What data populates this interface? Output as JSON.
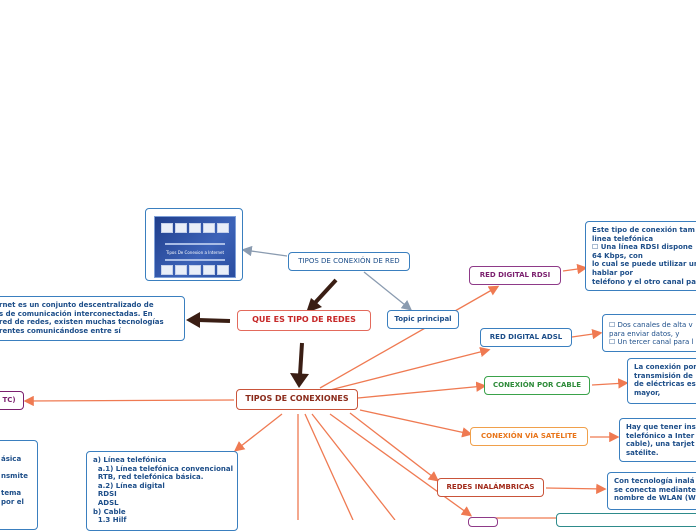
{
  "nodes": {
    "tipos_conexion_red": "TIPOS DE CONEXIÓN DE RED",
    "que_es": "QUE ES TIPO DE REDES",
    "topic_principal": "Topic principal",
    "tipos_conexiones": "TIPOS DE CONEXIONES",
    "rdsi": "RED DIGITAL RDSI",
    "adsl": "RED DIGITAL ADSL",
    "cable": "CONEXIÓN POR CABLE",
    "satelite": "CONEXIÓN VÍA SATÉLITE",
    "inalambricas": "REDES INALÁMBRICAS",
    "rtc_partial": "TC)"
  },
  "texts": {
    "internet": "rnet es un conjunto descentralizado de\ns de comunicación interconectadas. En\nred de redes, existen muchas tecnologías\nrentes comunicándose entre sí",
    "rdsi_desc": "Este tipo de conexión tam\nlinea telefónica\n☐ Una línea RDSI dispone\n64 Kbps, con\nlo cual se puede utilizar un\nhablar por\nteléfono y el otro canal pa",
    "adsl_desc": "☐ Dos canales de alta v\npara enviar datos, y\n☐ Un tercer canal para l",
    "cable_desc": "La conexión por\ntransmisión de\nde eléctricas es\nmayor,",
    "satelite_desc": "Hay que tener ins\ntelefónico a Inter\ncable), una tarjet\nsatélite.",
    "inalambricas_desc": "Con tecnología inalá\nse conecta mediante\nnombre de WLAN (W",
    "lista": "a) Línea telefónica\n  a.1) Línea telefónica convencional\n  RTB, red telefónica básica.\n  a.2) Línea digital\n  RDSI\n  ADSL\nb) Cable\n  1.3 Hilf",
    "left_partial": "ásica\n\nnsmite\n\ntema\npor el"
  },
  "image": {
    "caption": "Tipos De Conexion a Internet"
  },
  "colors": {
    "line_orange": "#ef7a52",
    "line_grey": "#8a9bb0",
    "arrow_dark": "#3a1e14",
    "node_red": "#c62828",
    "node_blue": "#1d4e89",
    "node_green": "#2e8b3a",
    "node_orange": "#e8751a",
    "node_purple": "#7b1f6e"
  }
}
